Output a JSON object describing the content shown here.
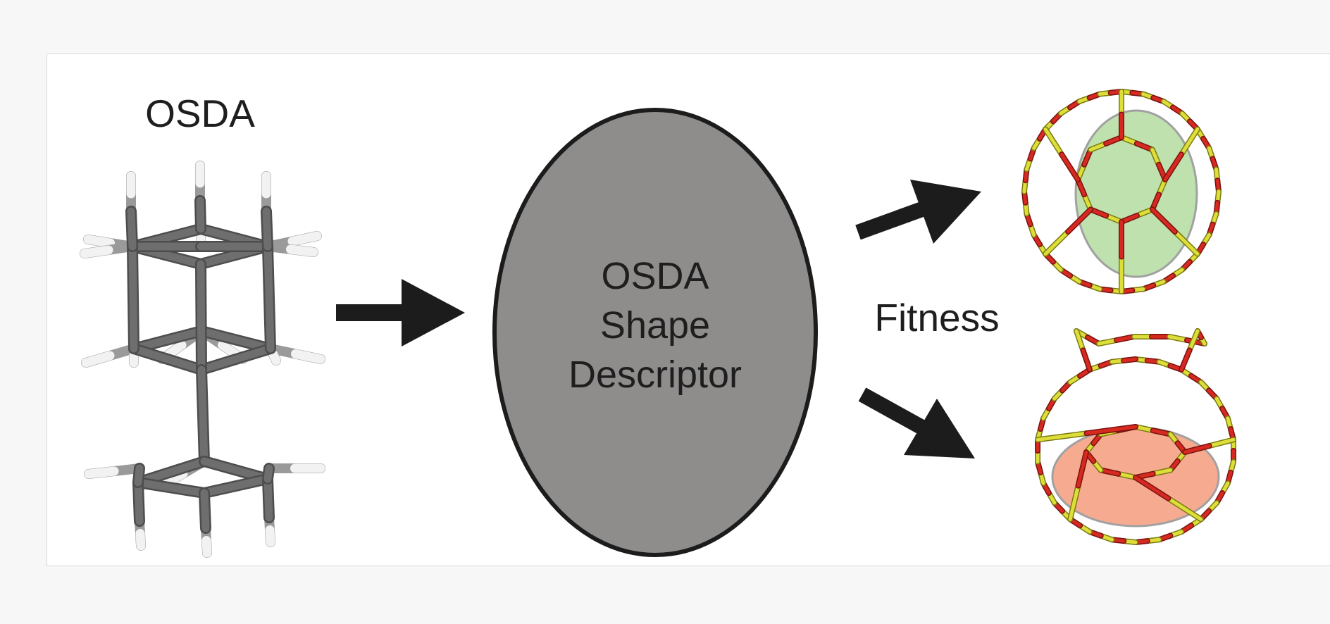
{
  "osda_label": "OSDA",
  "descriptor": {
    "line1": "OSDA",
    "line2": "Shape",
    "line3": "Descriptor"
  },
  "fitness_label": "Fitness",
  "colors": {
    "background": "#f7f7f7",
    "panel": "#ffffff",
    "ellipse_fill": "#8f8c8c",
    "arrow": "#1c1c1c",
    "atom_carbon": "#6e6e6e",
    "atom_hydrogen": "#f2f2f2",
    "framework_red": "#d62a20",
    "framework_yellow": "#dede3a",
    "good_fit_fill": "#b9dfa8",
    "poor_fit_fill": "#f6a488"
  },
  "icons": [
    "osda-molecule",
    "arrow-right",
    "arrow-up-right",
    "arrow-down-right",
    "zeolite-cage-good-fit",
    "zeolite-cage-poor-fit"
  ]
}
